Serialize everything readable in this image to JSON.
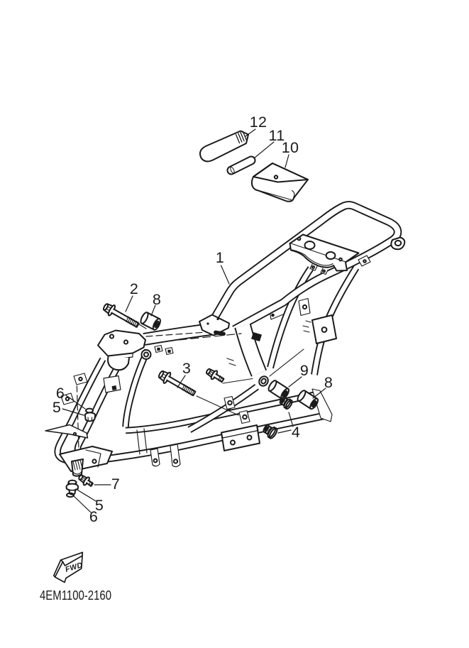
{
  "page": {
    "background": "#ffffff",
    "ink": "#1a1a1a"
  },
  "drawing": {
    "code": "4EM1100-2160",
    "fwd_label": "FWD"
  },
  "callouts": [
    {
      "ref": "1"
    },
    {
      "ref": "2"
    },
    {
      "ref": "3"
    },
    {
      "ref": "4"
    },
    {
      "ref": "5"
    },
    {
      "ref": "5"
    },
    {
      "ref": "6"
    },
    {
      "ref": "6"
    },
    {
      "ref": "7"
    },
    {
      "ref": "8"
    },
    {
      "ref": "8"
    },
    {
      "ref": "9"
    },
    {
      "ref": "10"
    },
    {
      "ref": "11"
    },
    {
      "ref": "12"
    }
  ]
}
